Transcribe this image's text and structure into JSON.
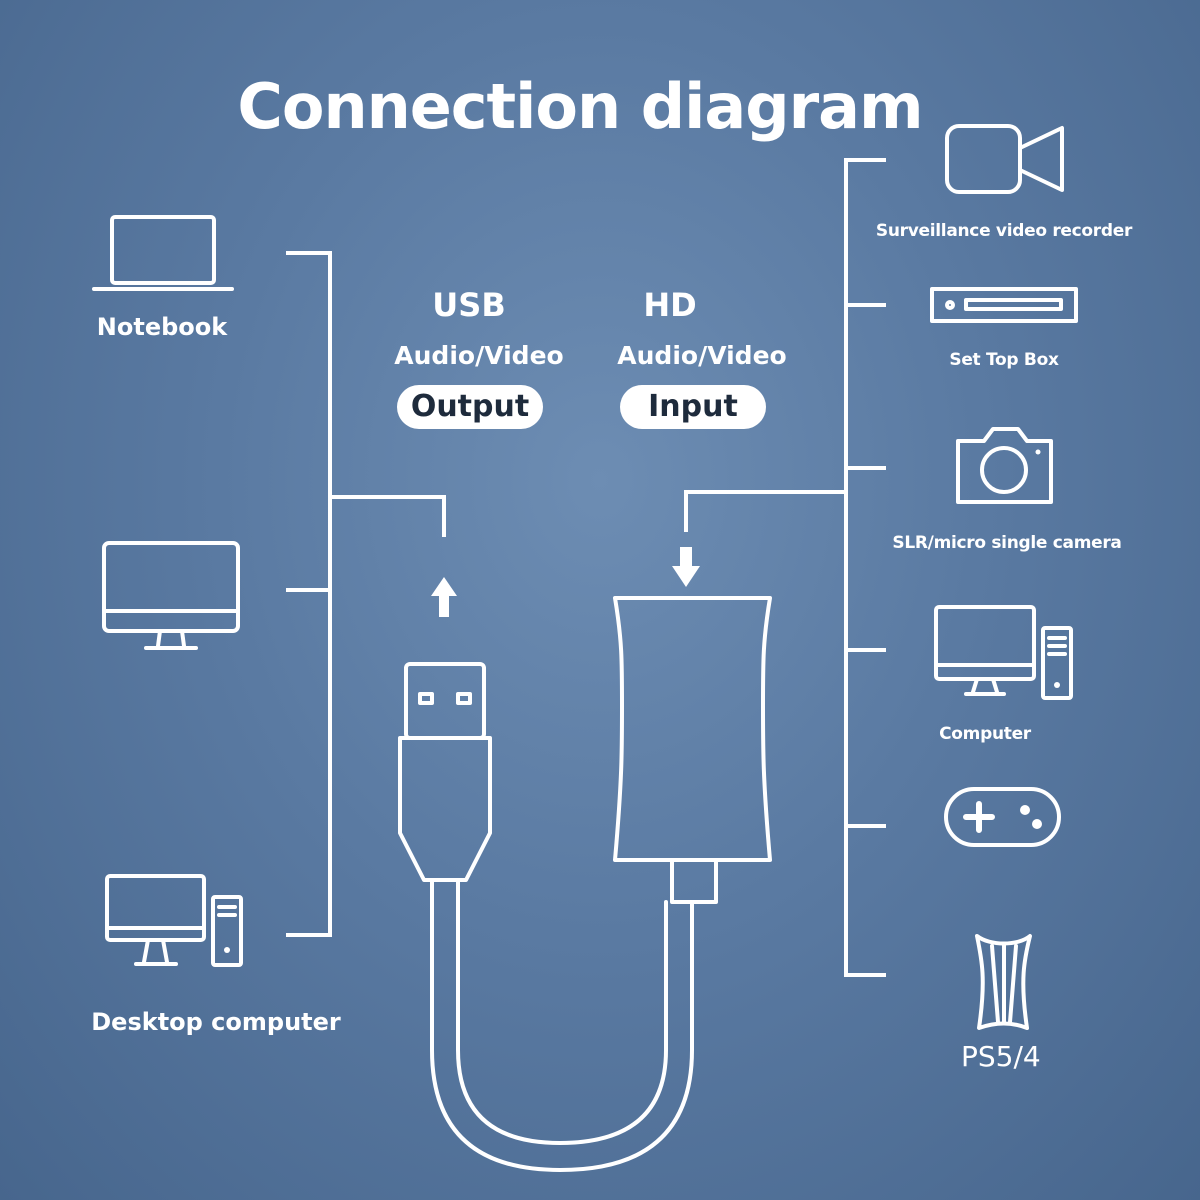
{
  "title": "Connection diagram",
  "output": {
    "heading": "USB",
    "subheading": "Audio/Video",
    "pill": "Output"
  },
  "input": {
    "heading": "HD",
    "subheading": "Audio/Video",
    "pill": "Input"
  },
  "left_devices": [
    {
      "label": "Notebook",
      "icon": "laptop-icon"
    },
    {
      "label": "",
      "icon": "monitor-icon"
    },
    {
      "label": "Desktop computer",
      "icon": "desktop-tower-icon"
    }
  ],
  "right_devices": [
    {
      "label": "Surveillance video recorder",
      "icon": "video-camera-icon"
    },
    {
      "label": "Set Top Box",
      "icon": "set-top-box-icon"
    },
    {
      "label": "SLR/micro single camera",
      "icon": "camera-icon"
    },
    {
      "label": "Computer",
      "icon": "computer-icon"
    },
    {
      "label": "",
      "icon": "gamepad-icon"
    },
    {
      "label": "PS5/4",
      "icon": "ps-console-icon"
    }
  ],
  "colors": {
    "background": "#5a7aa2",
    "foreground": "#ffffff",
    "pill_text": "#1e2b3c"
  }
}
